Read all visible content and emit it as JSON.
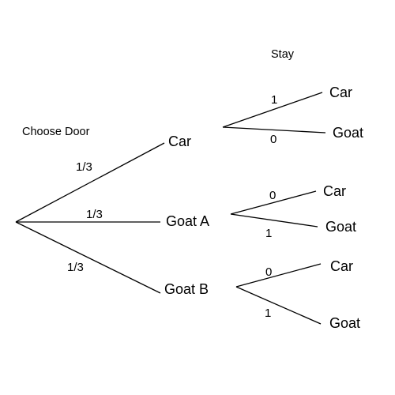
{
  "headers": {
    "choose": "Choose Door",
    "stay": "Stay"
  },
  "first_level": [
    {
      "label": "Car",
      "probability": "1/3"
    },
    {
      "label": "Goat A",
      "probability": "1/3"
    },
    {
      "label": "Goat B",
      "probability": "1/3"
    }
  ],
  "second_level": [
    [
      {
        "label": "Car",
        "probability": "1"
      },
      {
        "label": "Goat",
        "probability": "0"
      }
    ],
    [
      {
        "label": "Car",
        "probability": "0"
      },
      {
        "label": "Goat",
        "probability": "1"
      }
    ],
    [
      {
        "label": "Car",
        "probability": "0"
      },
      {
        "label": "Goat",
        "probability": "1"
      }
    ]
  ]
}
